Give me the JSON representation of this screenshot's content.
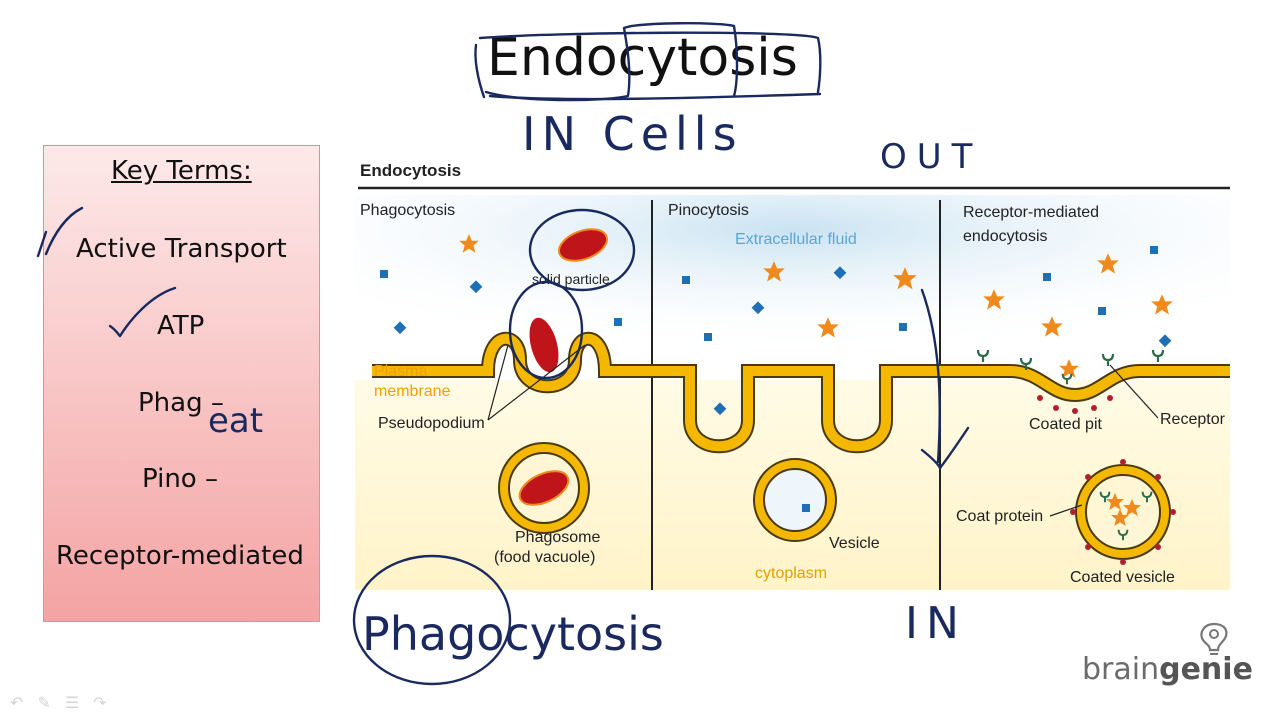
{
  "title": "Endocytosis",
  "key_terms": {
    "heading": "Key Terms:",
    "items": [
      "Active Transport",
      "ATP",
      "Phag –",
      "Pino –",
      "Receptor-mediated"
    ]
  },
  "diagram": {
    "header": "Endocytosis",
    "sections": {
      "phagocytosis": "Phagocytosis",
      "pinocytosis": "Pinocytosis",
      "receptor_line1": "Receptor-mediated",
      "receptor_line2": "endocytosis"
    },
    "labels": {
      "extracellular_fluid": "Extracellular fluid",
      "solid_particle": "solid particle",
      "plasma_membrane_1": "Plasma",
      "plasma_membrane_2": "membrane",
      "pseudopodium": "Pseudopodium",
      "phagosome_1": "Phagosome",
      "phagosome_2": "(food vacuole)",
      "vesicle": "Vesicle",
      "cytoplasm": "cytoplasm",
      "coated_pit": "Coated pit",
      "receptor": "Receptor",
      "coat_protein": "Coat protein",
      "coated_vesicle": "Coated vesicle"
    }
  },
  "annotations": {
    "in_cells": "IN Cells",
    "out": "OUT",
    "in": "IN",
    "eat": "eat",
    "phagocytosis": "Phagocytosis"
  },
  "brand": {
    "part1": "brain",
    "part2": "genie"
  },
  "colors": {
    "membrane": "#f5b800",
    "membrane_edge": "#4a3a10",
    "particle": "#c0141b",
    "star": "#f08a1c",
    "square": "#1f6fb4",
    "ink": "#1a2a5e"
  }
}
